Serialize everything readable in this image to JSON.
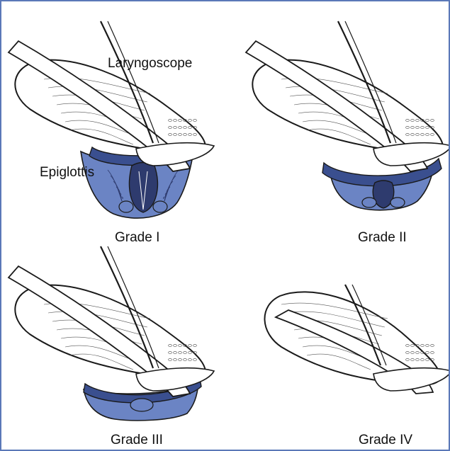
{
  "labels": {
    "laryngoscope": "Laryngoscope",
    "epiglottis": "Epiglottis"
  },
  "panels": [
    {
      "grade": "Grade I"
    },
    {
      "grade": "Grade II"
    },
    {
      "grade": "Grade III"
    },
    {
      "grade": "Grade IV"
    }
  ],
  "colors": {
    "frame": "#5b78b8",
    "tissue": "#6b84c4",
    "tissue_dark": "#3a4f8f",
    "cords": "#2e3b6e",
    "outline": "#1a1a1a"
  }
}
